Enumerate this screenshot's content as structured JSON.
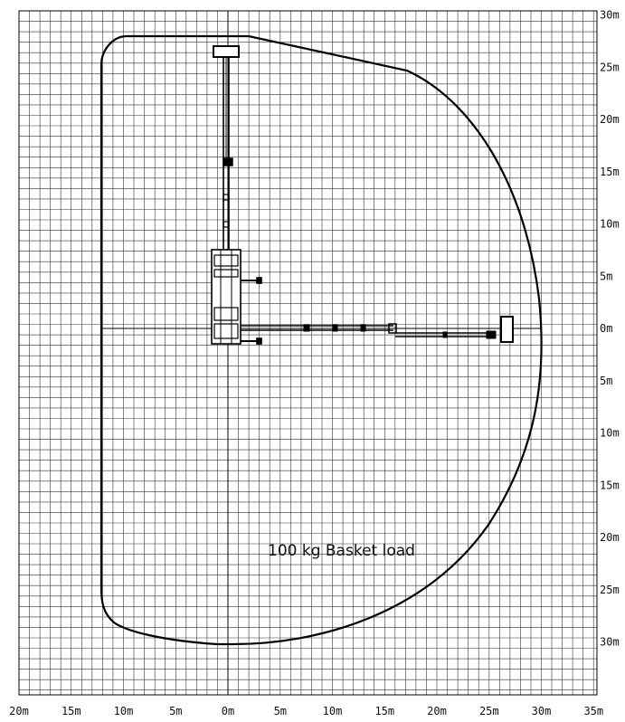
{
  "diagram": {
    "annotation": "100 kg Basket load",
    "x_tick_labels": [
      "20m",
      "15m",
      "10m",
      "5m",
      "0m",
      "5m",
      "10m",
      "15m",
      "20m",
      "25m",
      "30m",
      "35m"
    ],
    "y_tick_labels": [
      "30m",
      "25m",
      "20m",
      "15m",
      "10m",
      "5m",
      "0m",
      "5m",
      "10m",
      "15m",
      "20m",
      "25m",
      "30m"
    ],
    "outreach_envelope": {
      "description_units": "meters",
      "max_outreach_m": 30,
      "max_height_m": 28,
      "max_depth_m": 30
    }
  }
}
